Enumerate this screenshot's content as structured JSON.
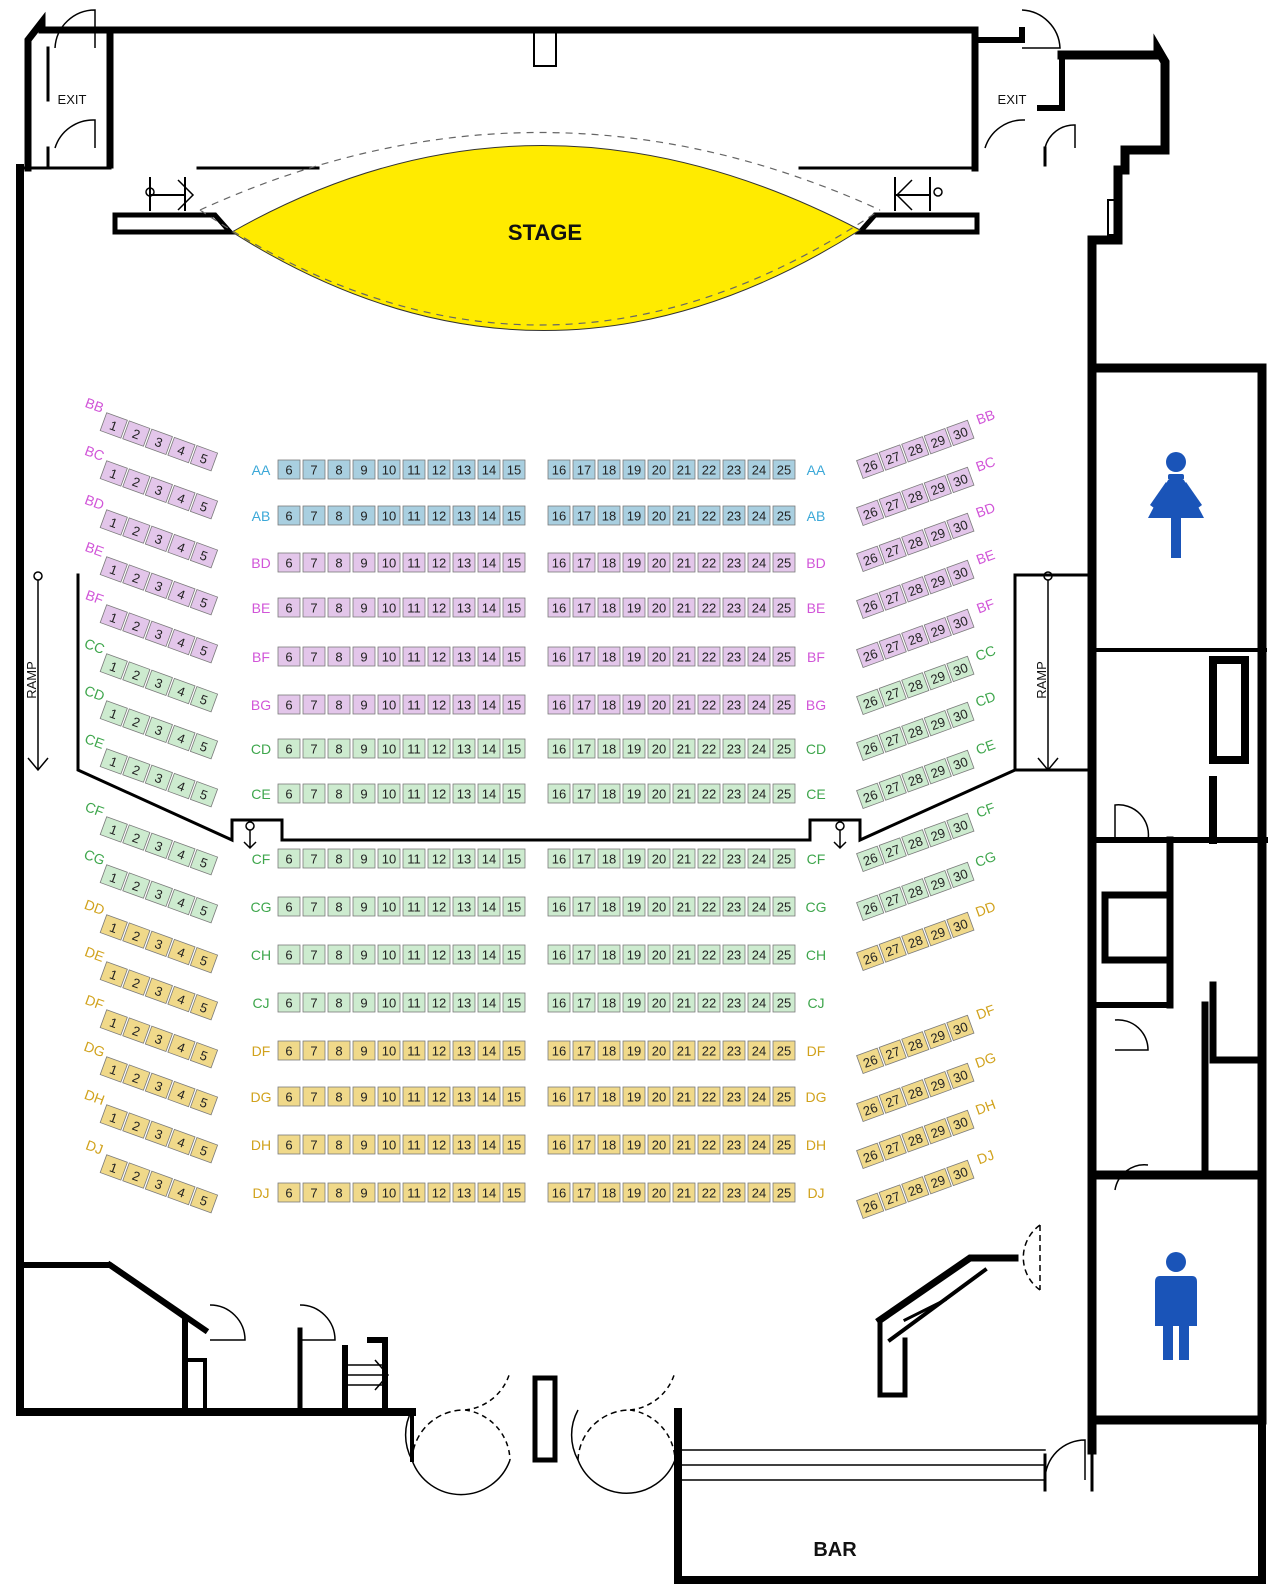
{
  "labels": {
    "stage": "STAGE",
    "bar": "BAR",
    "exit_left": "EXIT",
    "exit_right": "EXIT",
    "ramp_left": "RAMP",
    "ramp_right": "RAMP"
  },
  "icons": {
    "women": "women-restroom-icon",
    "men": "men-restroom-icon"
  },
  "colors": {
    "stage": "#FFEB00",
    "section_A": "#A9CFE0",
    "section_B": "#E3C6EA",
    "section_C": "#CDEBCF",
    "section_D": "#F0D98A",
    "label_A": "#3BA8D8",
    "label_B": "#D155D8",
    "label_C": "#3EA64C",
    "label_D": "#D1A21C",
    "restroom_icon": "#1A54B8"
  },
  "center_rows": [
    {
      "row": "AA",
      "section": "A"
    },
    {
      "row": "AB",
      "section": "A"
    },
    {
      "row": "BD",
      "section": "B"
    },
    {
      "row": "BE",
      "section": "B"
    },
    {
      "row": "BF",
      "section": "B"
    },
    {
      "row": "BG",
      "section": "B"
    },
    {
      "row": "CD",
      "section": "C"
    },
    {
      "row": "CE",
      "section": "C"
    },
    {
      "row": "CF",
      "section": "C"
    },
    {
      "row": "CG",
      "section": "C"
    },
    {
      "row": "CH",
      "section": "C"
    },
    {
      "row": "CJ",
      "section": "C"
    },
    {
      "row": "DF",
      "section": "D"
    },
    {
      "row": "DG",
      "section": "D"
    },
    {
      "row": "DH",
      "section": "D"
    },
    {
      "row": "DJ",
      "section": "D"
    }
  ],
  "center_left_seats": [
    "6",
    "7",
    "8",
    "9",
    "10",
    "11",
    "12",
    "13",
    "14",
    "15"
  ],
  "center_right_seats": [
    "16",
    "17",
    "18",
    "19",
    "20",
    "21",
    "22",
    "23",
    "24",
    "25"
  ],
  "left_side_rows": [
    {
      "row": "BB",
      "section": "B"
    },
    {
      "row": "BC",
      "section": "B"
    },
    {
      "row": "BD",
      "section": "B"
    },
    {
      "row": "BE",
      "section": "B"
    },
    {
      "row": "BF",
      "section": "B"
    },
    {
      "row": "CC",
      "section": "C"
    },
    {
      "row": "CD",
      "section": "C"
    },
    {
      "row": "CE",
      "section": "C"
    },
    {
      "row": "CF",
      "section": "C"
    },
    {
      "row": "CG",
      "section": "C"
    },
    {
      "row": "DD",
      "section": "D"
    },
    {
      "row": "DE",
      "section": "D"
    },
    {
      "row": "DF",
      "section": "D"
    },
    {
      "row": "DG",
      "section": "D"
    },
    {
      "row": "DH",
      "section": "D"
    },
    {
      "row": "DJ",
      "section": "D"
    }
  ],
  "left_side_seats": [
    "1",
    "2",
    "3",
    "4",
    "5"
  ],
  "right_side_rows": [
    {
      "row": "BB",
      "section": "B"
    },
    {
      "row": "BC",
      "section": "B"
    },
    {
      "row": "BD",
      "section": "B"
    },
    {
      "row": "BE",
      "section": "B"
    },
    {
      "row": "BF",
      "section": "B"
    },
    {
      "row": "CC",
      "section": "C"
    },
    {
      "row": "CD",
      "section": "C"
    },
    {
      "row": "CE",
      "section": "C"
    },
    {
      "row": "CF",
      "section": "C"
    },
    {
      "row": "CG",
      "section": "C"
    },
    {
      "row": "DD",
      "section": "D"
    },
    {
      "row": "DF",
      "section": "D"
    },
    {
      "row": "DG",
      "section": "D"
    },
    {
      "row": "DH",
      "section": "D"
    },
    {
      "row": "DJ",
      "section": "D"
    }
  ],
  "right_side_seats": [
    "26",
    "27",
    "28",
    "29",
    "30"
  ]
}
